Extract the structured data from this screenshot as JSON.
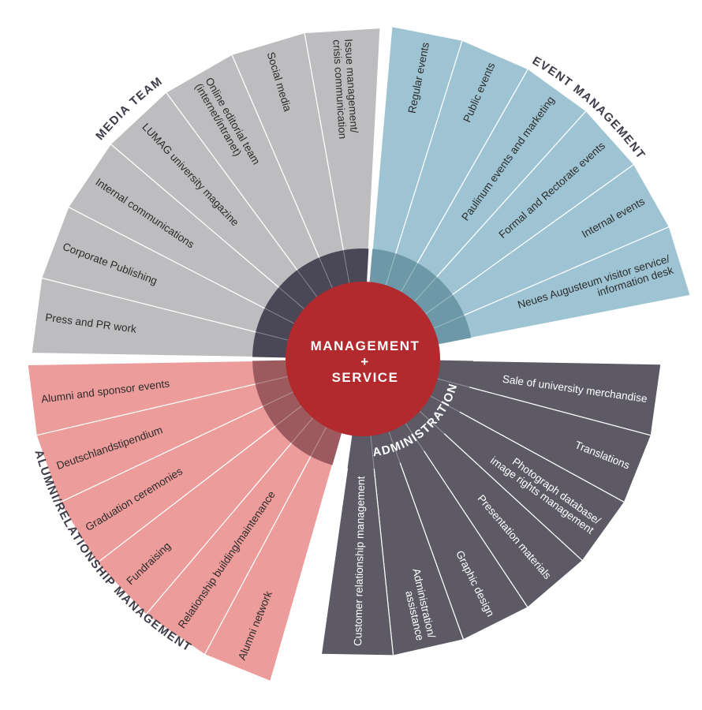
{
  "center": {
    "line1": "MANAGEMENT",
    "line2": "+",
    "line3": "SERVICE",
    "color": "#b22a2d"
  },
  "groups": [
    {
      "id": "media-team",
      "title": "MEDIA TEAM",
      "color": "#bdbdc0",
      "ring_color": "#4a4856",
      "label_color": "#2b2b2b",
      "items": [
        "Press and PR work",
        "Corporate Publishing",
        "Internal communications",
        "LUMAG university magazine",
        "Online editorial team (internet/intranet)",
        "Social media",
        "Issue management/ crisis communication"
      ]
    },
    {
      "id": "event-management",
      "title": "EVENT MANAGEMENT",
      "color": "#9ec4d3",
      "ring_color": "#6d98a8",
      "label_color": "#2b2b2b",
      "items": [
        "Regular events",
        "Public events",
        "Paulinum events and marketing",
        "Formal and Rectorate events",
        "Internal events",
        "Neues Augusteum visitor service/ information desk"
      ]
    },
    {
      "id": "administration",
      "title": "ADMINISTRATION",
      "color": "#5d5a66",
      "ring_color": "#5d5a66",
      "label_color": "#ffffff",
      "items": [
        "Sale of university merchandise",
        "Translations",
        "Photograph database/ image rights management",
        "Presentation materials",
        "Graphic design",
        "Administration/ assistance",
        "Customer relationship management"
      ]
    },
    {
      "id": "alumni",
      "title": "ALUMNI/RELATIONSHIP MANAGEMENT",
      "color": "#ec9c9a",
      "ring_color": "#9c5a5f",
      "label_color": "#2b2b2b",
      "items": [
        "Alumni network",
        "Relationship building/maintenance",
        "Fundraising",
        "Graduation ceremonies",
        "Deutschlandstipendium",
        "Alumni and sponsor events"
      ]
    }
  ]
}
